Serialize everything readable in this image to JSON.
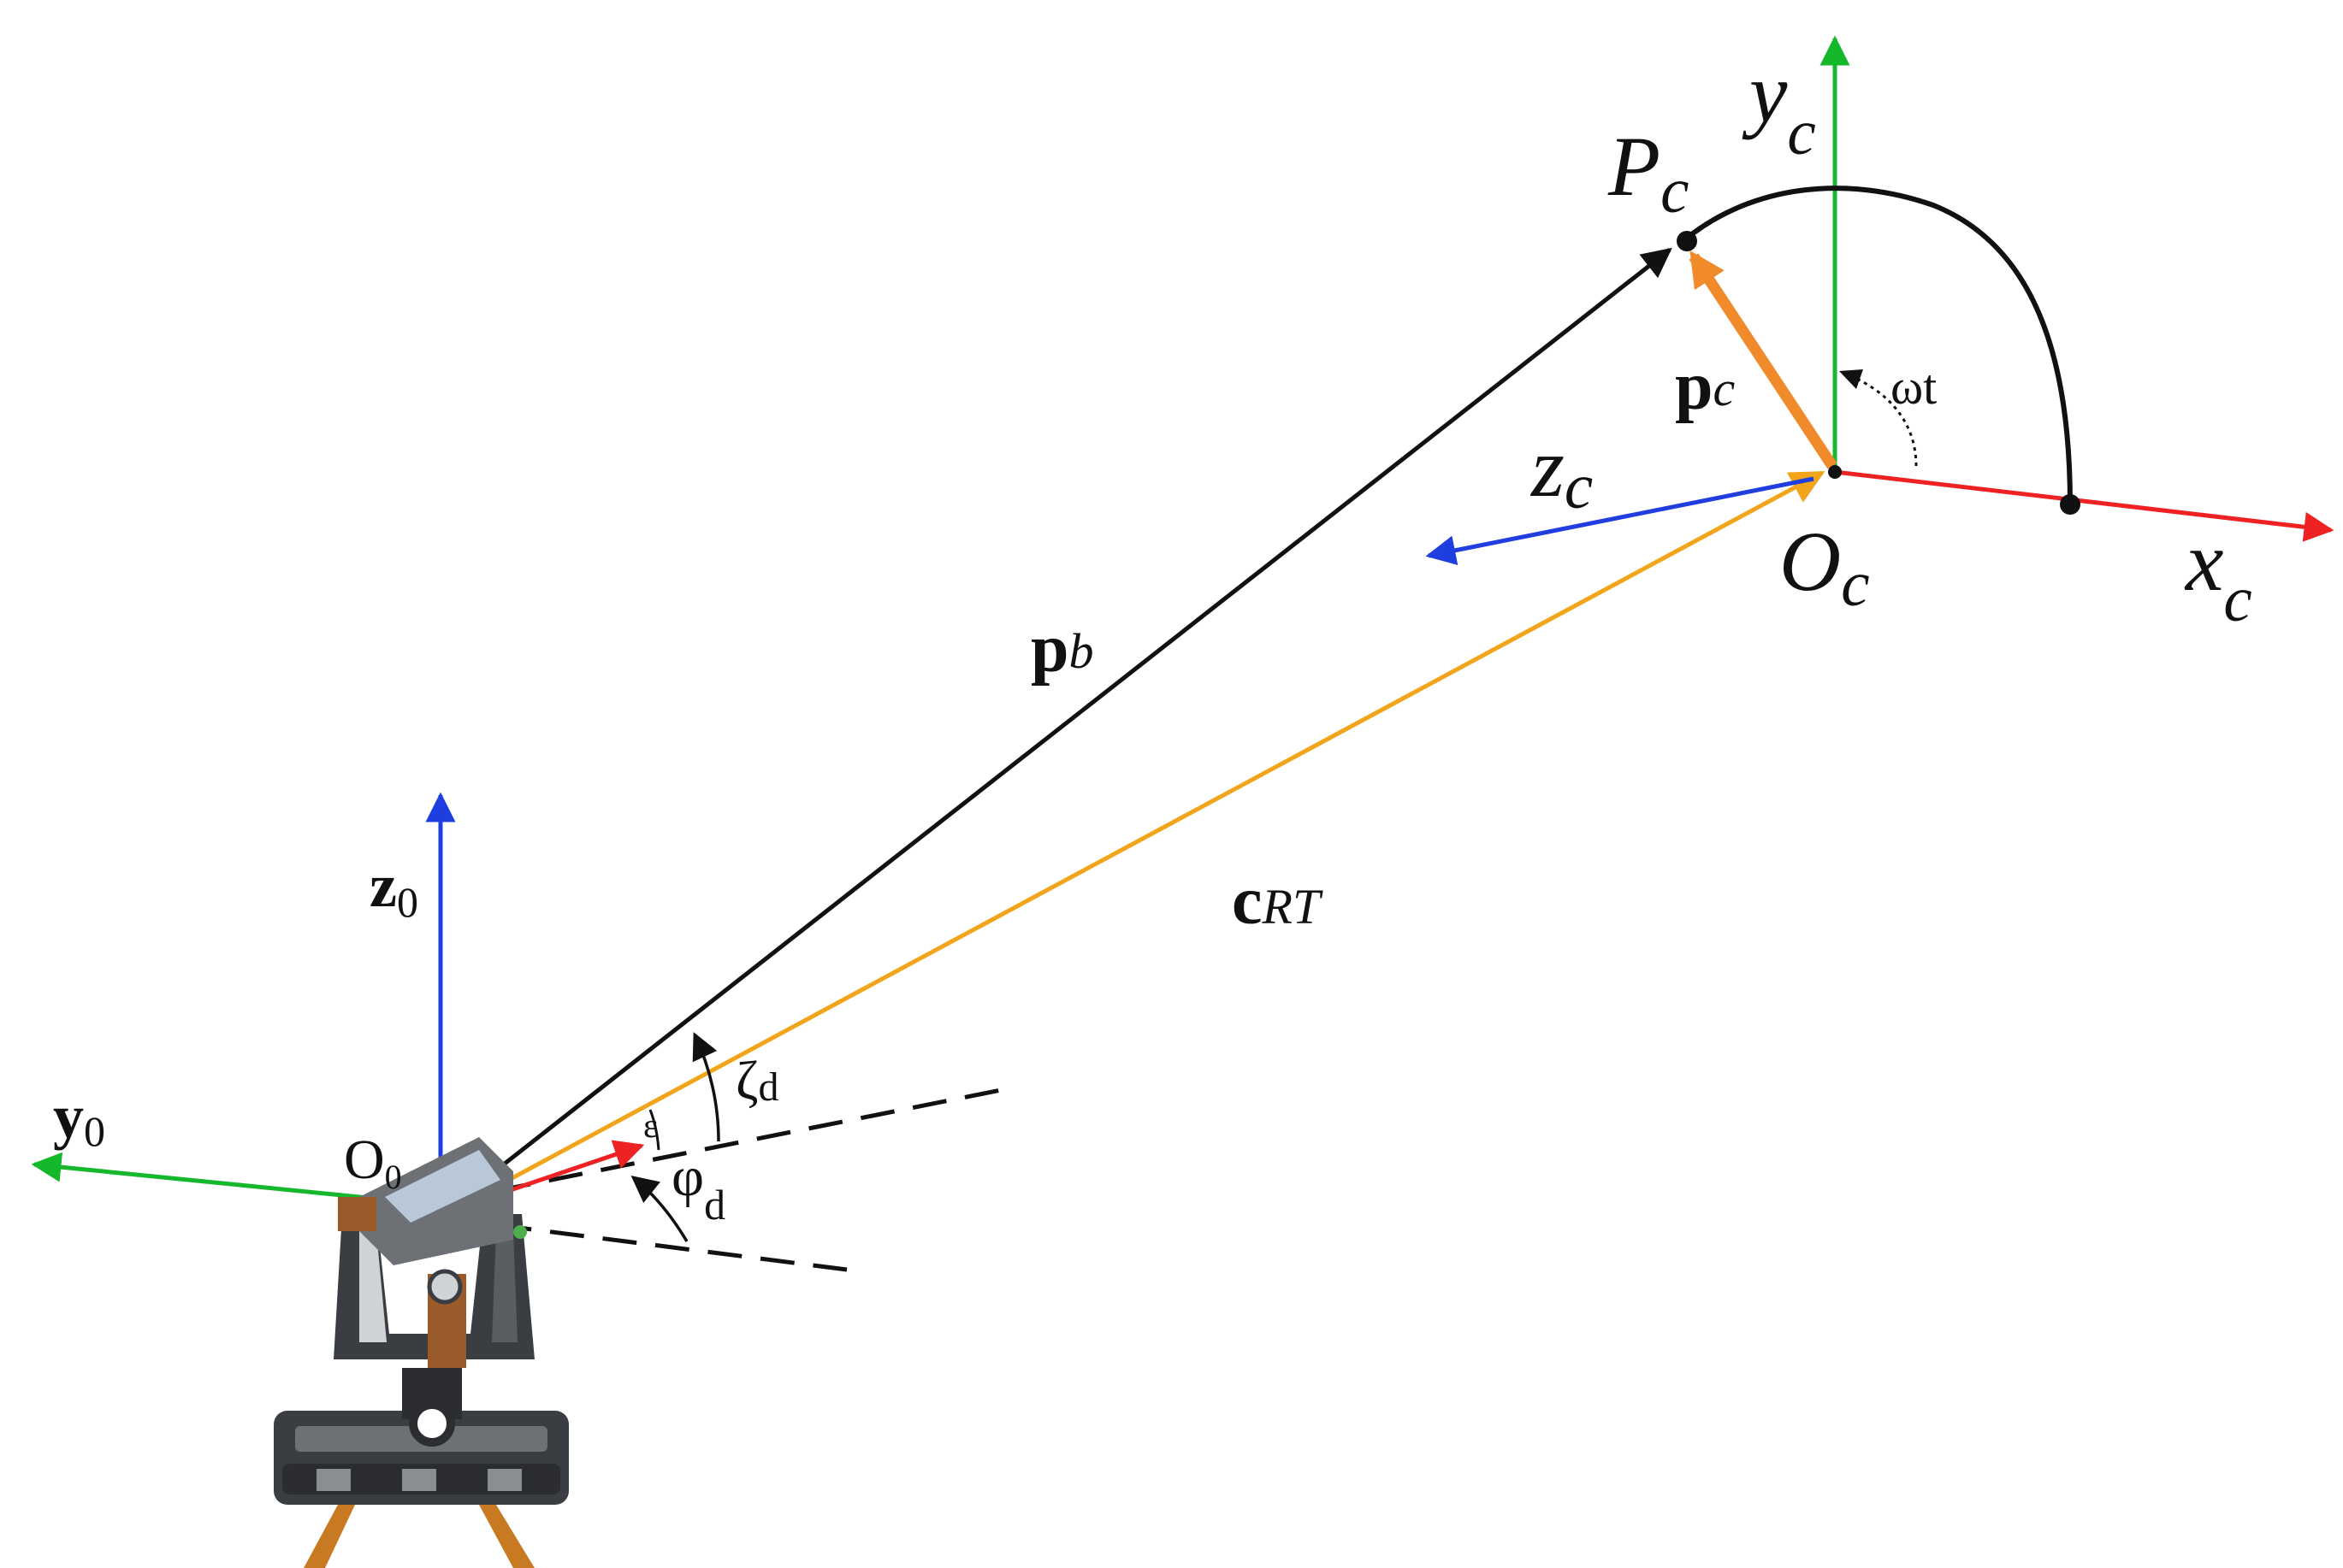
{
  "colors": {
    "black": "#111111",
    "red": "#ee2222",
    "green": "#14b82a",
    "blue": "#1f3ee0",
    "orange_thick": "#f08a2a",
    "orange_line": "#f2a51a",
    "device_dark": "#3a3d42",
    "device_mid": "#6d7176",
    "device_light": "#cfd3d6",
    "device_brown": "#9a5a2a"
  },
  "labels": {
    "Pc": {
      "main": "P",
      "sub": "c"
    },
    "yc": {
      "main": "y",
      "sub": "c"
    },
    "pc": {
      "main": "p",
      "sub": "c"
    },
    "wt": {
      "text": "ωt"
    },
    "zc": {
      "main": "z",
      "sub": "c"
    },
    "Oc": {
      "main": "O",
      "sub": "c"
    },
    "xc": {
      "main": "x",
      "sub": "c"
    },
    "pb": {
      "main": "p",
      "sub": "b"
    },
    "cRT": {
      "main": "c",
      "sub": "RT"
    },
    "z0": {
      "main": "z",
      "sub": "0"
    },
    "y0": {
      "main": "y",
      "sub": "0"
    },
    "O0": {
      "main": "O",
      "sub": "0"
    },
    "zeta_d": {
      "main": "ζ",
      "sub": "d"
    },
    "phi_d": {
      "main": "φ",
      "sub": "d"
    },
    "small_angle": {
      "text": "ε"
    }
  }
}
